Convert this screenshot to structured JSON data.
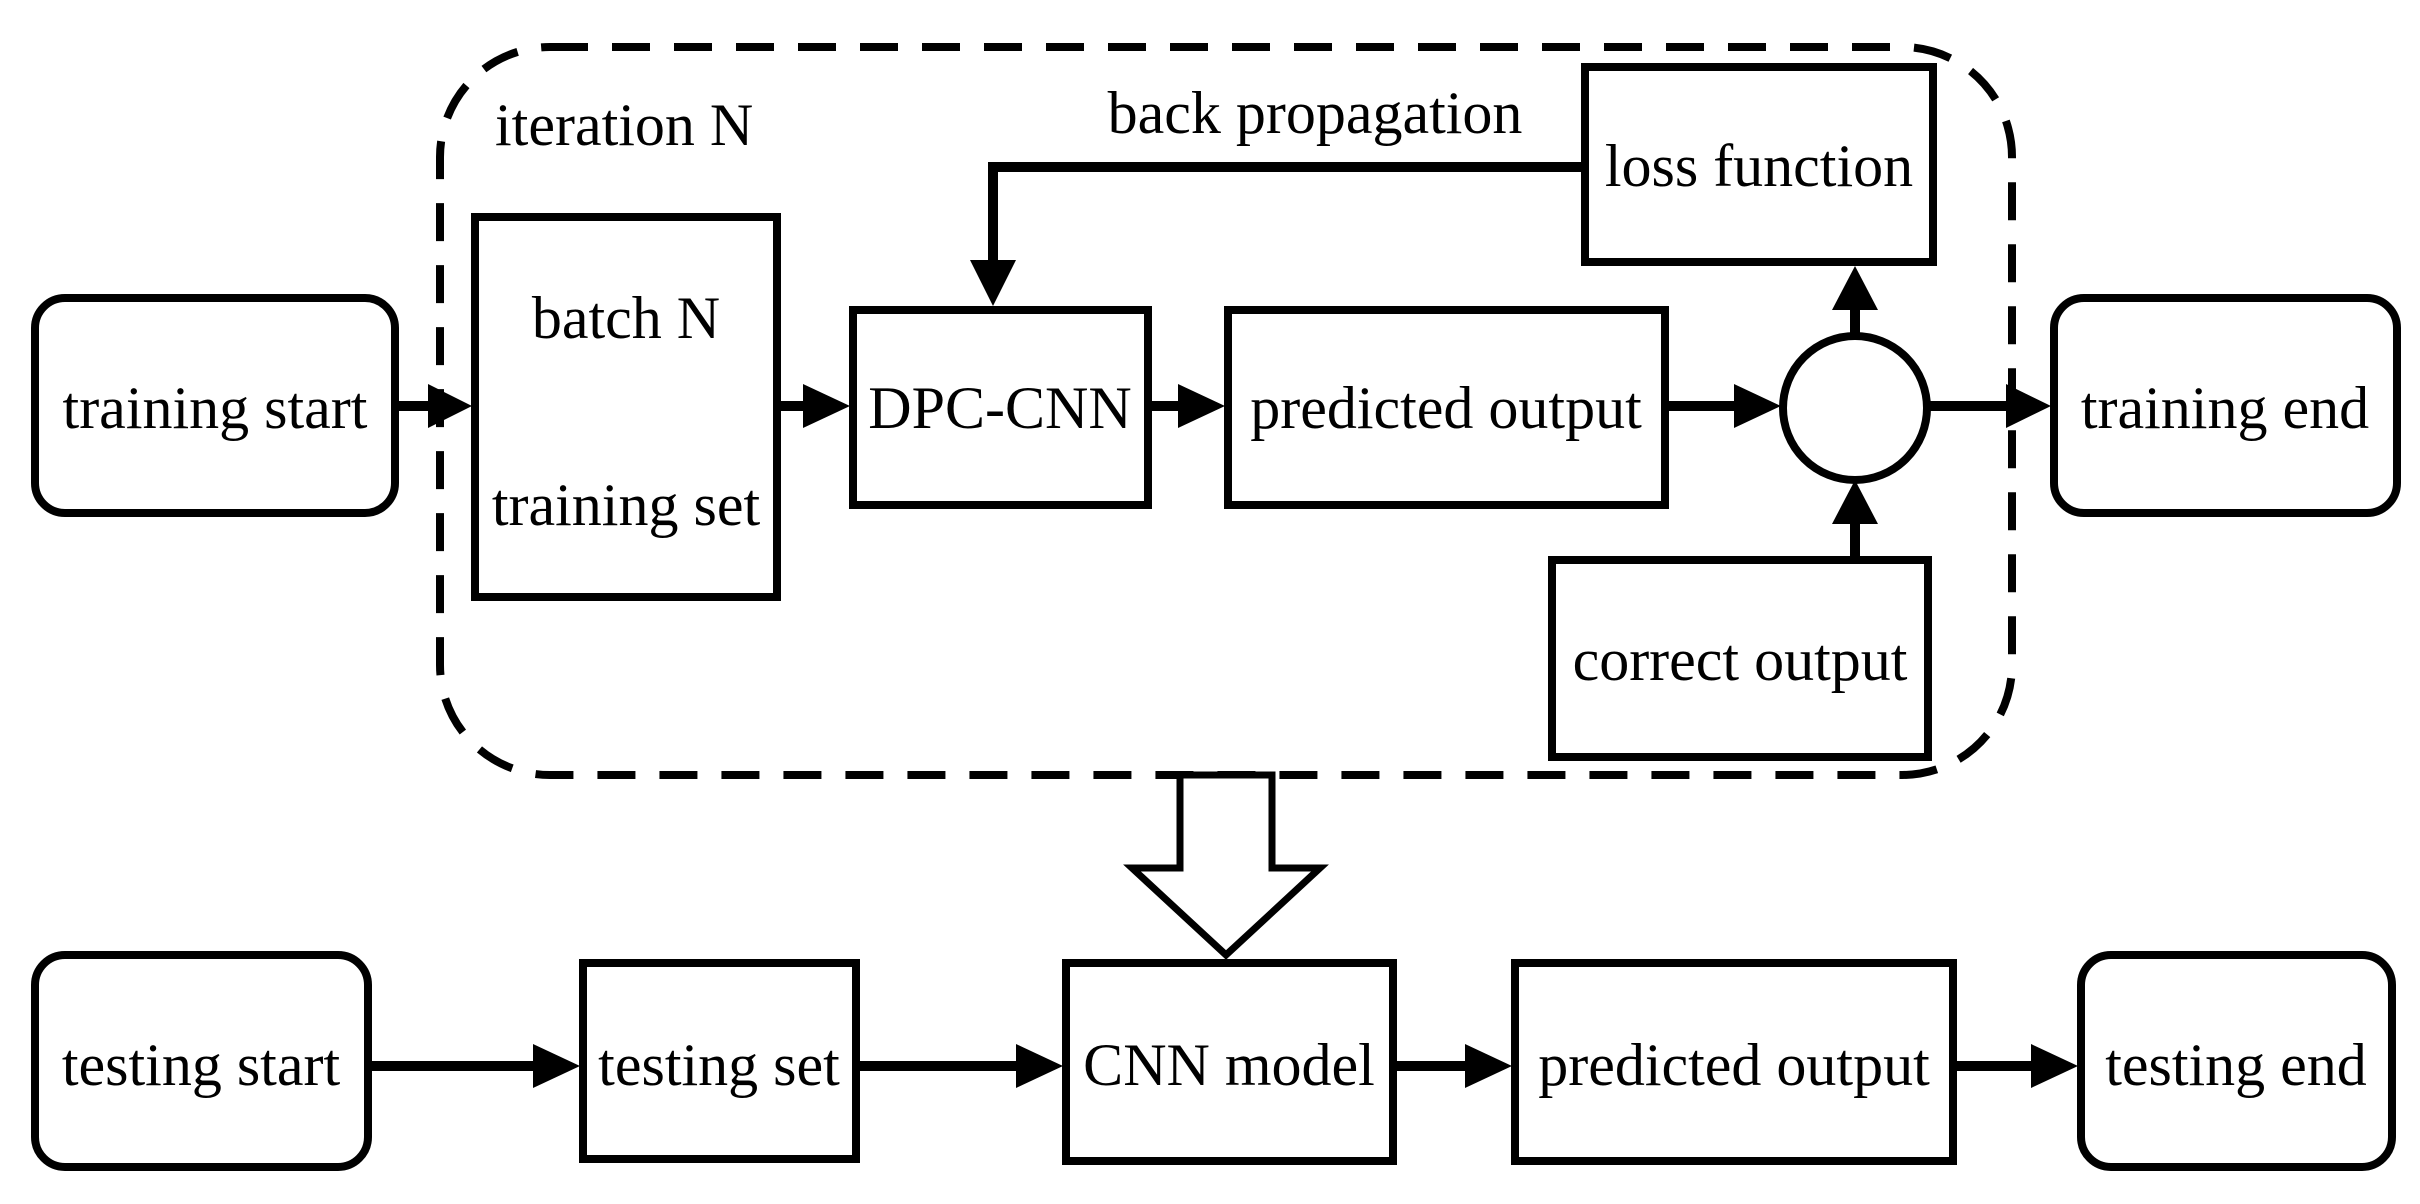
{
  "colors": {
    "stroke": "#000000",
    "background": "#ffffff"
  },
  "group": {
    "label": "iteration N"
  },
  "edge_labels": {
    "back_propagation": "back propagation"
  },
  "training": {
    "start": "training start",
    "batch_line1": "batch N",
    "batch_line2": "training set",
    "model": "DPC-CNN",
    "predicted": "predicted output",
    "loss": "loss function",
    "correct": "correct output",
    "end": "training end"
  },
  "testing": {
    "start": "testing start",
    "set": "testing set",
    "model": "CNN model",
    "predicted": "predicted output",
    "end": "testing end"
  }
}
